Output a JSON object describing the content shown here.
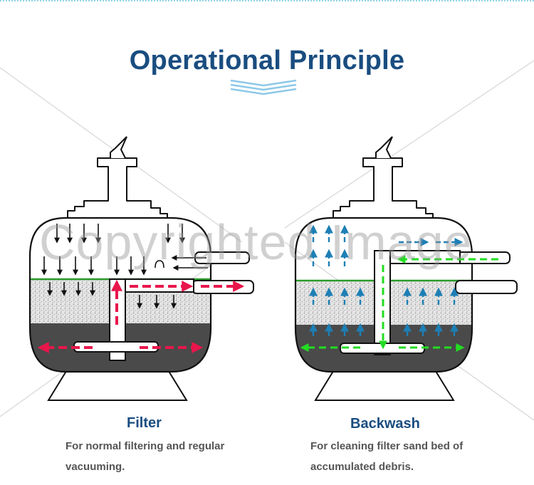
{
  "heading": {
    "title": "Operational Principle"
  },
  "filter": {
    "title": "Filter",
    "description_line1": "For normal filtering and regular",
    "description_line2": "vacuuming."
  },
  "backwash": {
    "title": "Backwash",
    "description_line1": "For cleaning filter sand bed of",
    "description_line2": "accumulated debris."
  },
  "watermark": "Copyrighted Image",
  "colors": {
    "title": "#1a4d80",
    "filter_flow": "#e8164b",
    "backwash_up": "#1d7fb5",
    "backwash_green": "#22dd22",
    "water_line": "#2a9a2a",
    "dark_base": "#4a4a4a"
  }
}
